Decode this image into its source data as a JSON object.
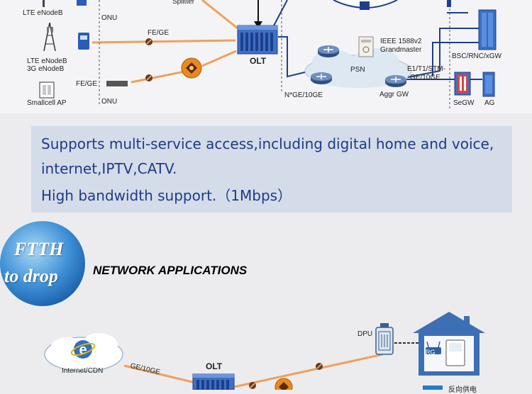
{
  "top_diagram": {
    "splitter": "Splitter",
    "lte_enodeb_1": "LTE eNodeB",
    "onu_1": "ONU",
    "lte_3g_line1": "LTE eNodeB",
    "lte_3g_line2": "3G eNodeB",
    "fe_ge_1": "FE/GE",
    "fe_ge_2": "FE/GE",
    "smallcell": "Smallcell AP",
    "onu_2": "ONU",
    "olt": "OLT",
    "ngige": "N*GE/10GE",
    "ieee_line1": "IEEE 1588v2",
    "ieee_line2": "Grandmaster",
    "psn": "PSN",
    "e1_line1": "E1/T1/STM-",
    "e1_line2": "GE/10GE",
    "aggr_gw": "Aggr GW",
    "bsc": "BSC/RNC/xGW",
    "segw": "SeGW",
    "ag": "AG"
  },
  "info": {
    "line1": "Supports multi-service access,including digital home and voice,",
    "line2": "internet,IPTV,CATV.",
    "line3": "High bandwidth support.（1Mbps）"
  },
  "badge": {
    "line1": "FTTH",
    "line2": "to drop"
  },
  "section_title": "NETWORK APPLICATIONS",
  "bottom_diagram": {
    "internet": "Internet/CDN",
    "ge_10ge": "GE/10GE",
    "olt": "OLT",
    "dpu": "DPU",
    "rg": "RG",
    "cut_text": "反向供电"
  },
  "colors": {
    "fiber": "#f0a05a",
    "link_blue": "#1e3f8a",
    "info_bg": "#d3dce8",
    "info_text": "#1f3a8a",
    "house": "#3d6fb5"
  }
}
